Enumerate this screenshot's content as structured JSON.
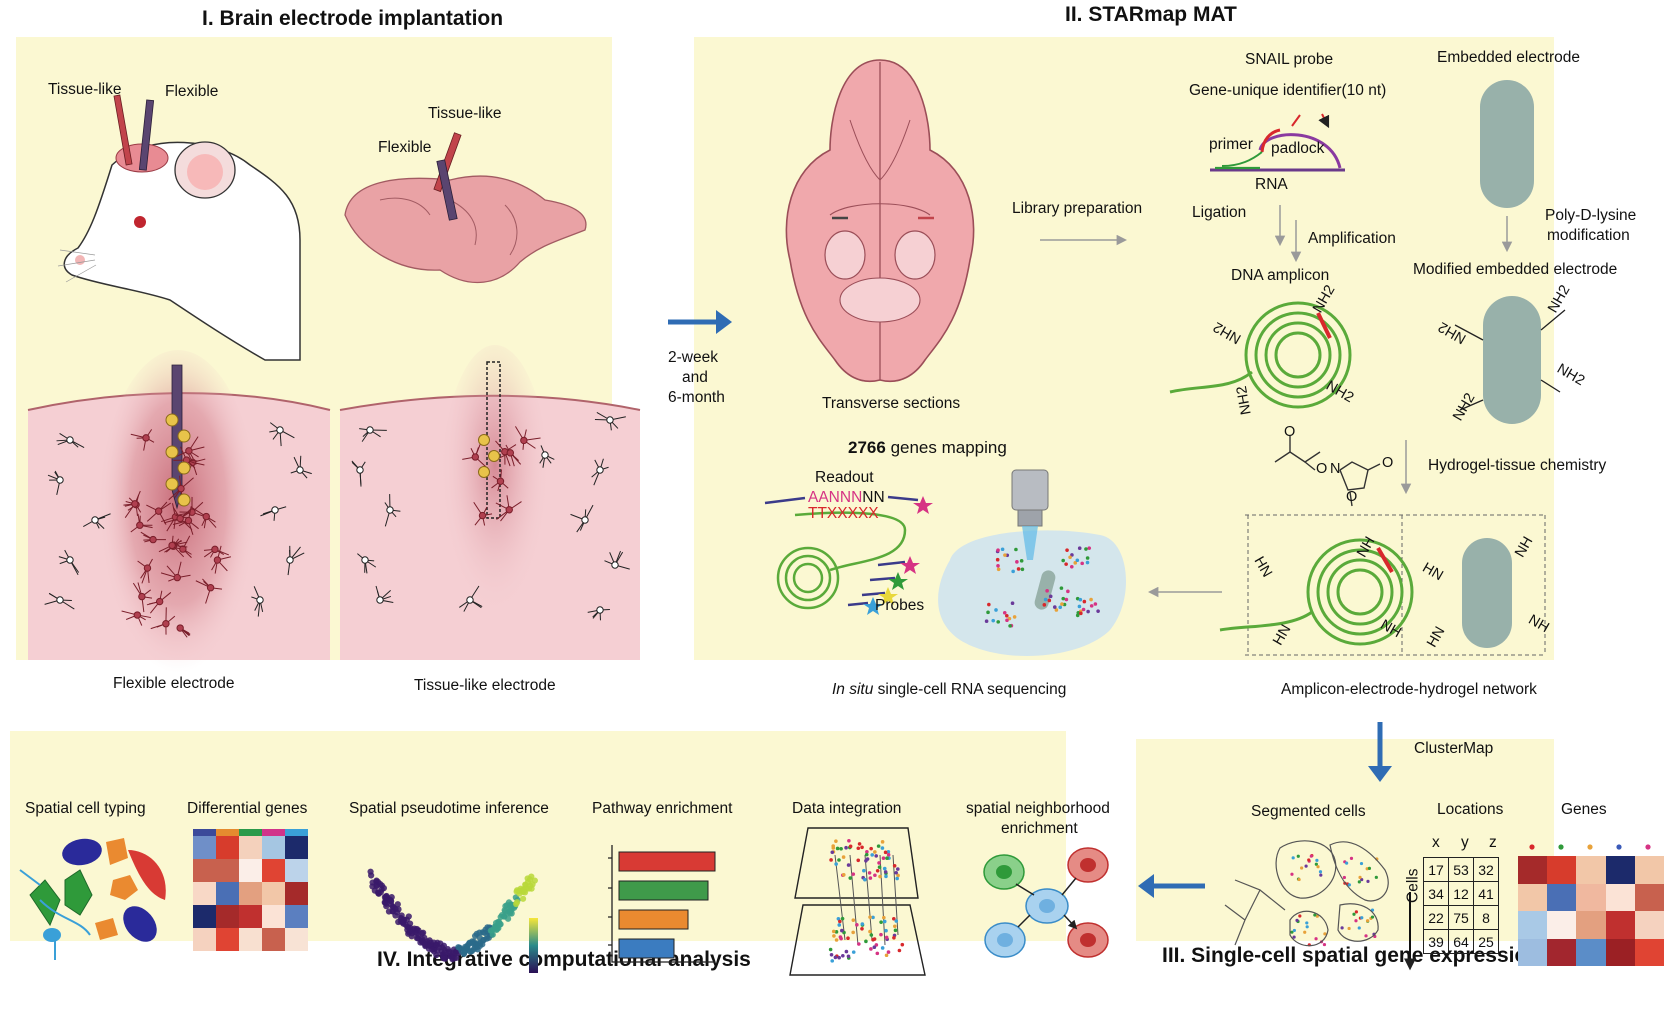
{
  "panels": {
    "p1_title": "I. Brain electrode implantation",
    "p2_title": "II. STARmap MAT",
    "p3_title": "III. Single-cell spatial gene expression",
    "p4_title": "IV. Integrative computational analysis"
  },
  "p1": {
    "tissue_like_1": "Tissue-like",
    "flexible_1": "Flexible",
    "tissue_like_2": "Tissue-like",
    "flexible_2": "Flexible",
    "flexible_electrode": "Flexible electrode",
    "tissue_like_electrode": "Tissue-like electrode"
  },
  "arrow1": {
    "line1": "2-week",
    "line2": "and",
    "line3": "6-month"
  },
  "p2": {
    "transverse_sections": "Transverse sections",
    "library_preparation": "Library preparation",
    "snail_probe": "SNAIL probe",
    "gene_unique": "Gene-unique identifier(10 nt)",
    "primer": "primer",
    "padlock": "padlock",
    "rna": "RNA",
    "ligation": "Ligation",
    "amplification": "Amplification",
    "dna_amplicon": "DNA amplicon",
    "embedded_electrode": "Embedded electrode",
    "poly_d_lysine_1": "Poly-D-lysine",
    "poly_d_lysine_2": "modification",
    "modified_embedded_electrode": "Modified embedded electrode",
    "nh2": "NH2",
    "nh": "NH",
    "hn": "HN",
    "o": "O",
    "n": "N",
    "hydrogel_tissue": "Hydrogel-tissue chemistry",
    "genes_count": "2766",
    "genes_mapping": "genes mapping",
    "readout": "Readout",
    "seq_top": "AANNN",
    "seq_top2": "NN",
    "seq_bottom": "TTXXXXX",
    "probes": "Probes",
    "in_situ": "In situ",
    "scrna": "single-cell RNA sequencing",
    "network": "Amplicon-electrode-hydrogel network"
  },
  "clustermap": "ClusterMap",
  "p3": {
    "segmented_cells": "Segmented cells",
    "locations": "Locations",
    "genes": "Genes",
    "cells": "Cells",
    "headers": [
      "x",
      "y",
      "z"
    ],
    "rows": [
      [
        "17",
        "53",
        "32"
      ],
      [
        "34",
        "12",
        "41"
      ],
      [
        "22",
        "75",
        "8"
      ],
      [
        "39",
        "64",
        "25"
      ]
    ],
    "heatmap_colors": [
      [
        "#a52a2a",
        "#d73c2c",
        "#f2c7a8",
        "#1c2a6b",
        "#f2c7a8"
      ],
      [
        "#f2c7a8",
        "#4a6fb5",
        "#f0b89f",
        "#fbe3d6",
        "#c8614e"
      ],
      [
        "#a9c9e6",
        "#fbeee8",
        "#e3a080",
        "#c0302f",
        "#f5d2bf"
      ],
      [
        "#9dbde0",
        "#a2262e",
        "#5b8dc8",
        "#9b2024",
        "#e04433"
      ]
    ]
  },
  "p4": {
    "spatial_cell_typing": "Spatial cell typing",
    "differential_genes": "Differential genes",
    "pseudotime": "Spatial pseudotime inference",
    "pathway": "Pathway enrichment",
    "data_integration": "Data integration",
    "neighborhood_1": "spatial neighborhood",
    "neighborhood_2": "enrichment",
    "diff_header_colors": [
      "#3b4a9a",
      "#e58b2f",
      "#2a9a4a",
      "#d1338a",
      "#3aa0d8"
    ],
    "diff_colors": [
      [
        "#6f8fc8",
        "#d73c2c",
        "#f4d1bc",
        "#a5c6e2",
        "#1c2a6b"
      ],
      [
        "#c8614e",
        "#c8614e",
        "#fbeee8",
        "#e04433",
        "#bcd3ea"
      ],
      [
        "#f8d8c6",
        "#4a6fb5",
        "#e3a080",
        "#f2c7a8",
        "#a52a2a"
      ],
      [
        "#1c2a6b",
        "#a52a2a",
        "#c0302f",
        "#fbe3d6",
        "#5b7fc0"
      ],
      [
        "#f5d2bf",
        "#e04433",
        "#f8e0d0",
        "#c8614e",
        "#f8e3d5"
      ]
    ],
    "bar_colors": [
      "#d83a34",
      "#3f9a4a",
      "#ea8a30",
      "#3b7cc0"
    ],
    "bar_lengths": [
      0.96,
      0.89,
      0.69,
      0.55
    ]
  }
}
